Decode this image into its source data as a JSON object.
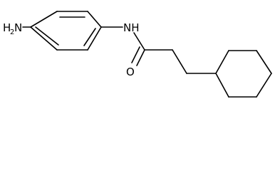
{
  "molecule": {
    "amine_group": {
      "main": "H",
      "sub": "2",
      "element": "N"
    },
    "amide_nitrogen": "NH",
    "carbonyl_oxygen": "O"
  },
  "colors": {
    "background": "#ffffff",
    "bond": "#000000",
    "label": "#000000"
  }
}
